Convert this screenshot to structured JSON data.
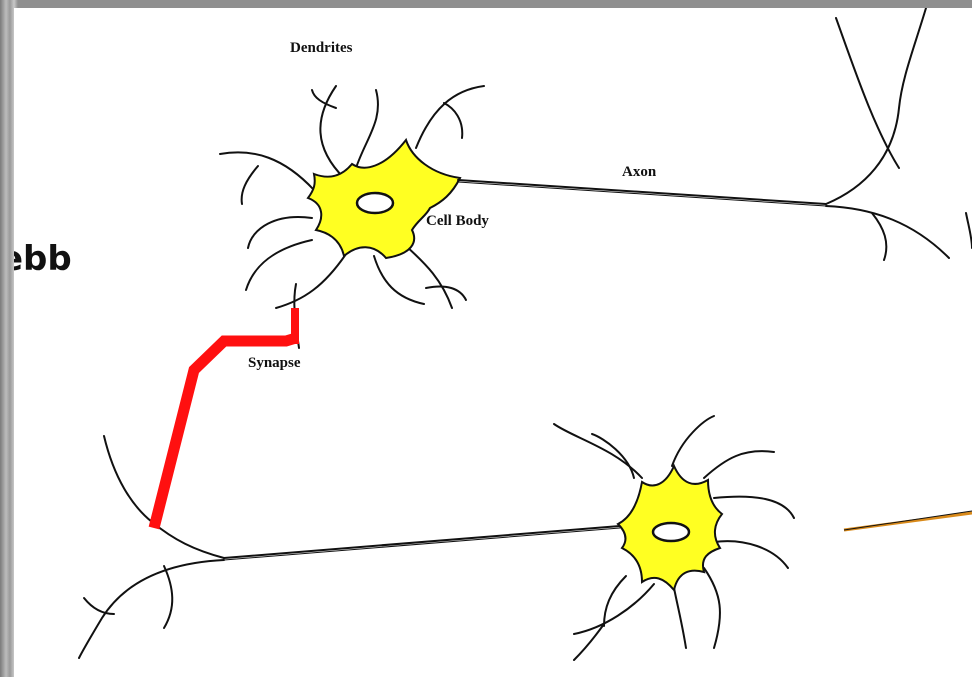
{
  "slide": {
    "partial_title": "ebb"
  },
  "diagram": {
    "labels": {
      "dendrites": "Dendrites",
      "axon": "Axon",
      "cell_body": "Cell Body",
      "synapse": "Synapse"
    },
    "colors": {
      "soma_fill": "#ffff22",
      "synapse_highlight": "#ff1010",
      "pointer_line": "#d98a1a",
      "background": "#ffffff"
    }
  }
}
